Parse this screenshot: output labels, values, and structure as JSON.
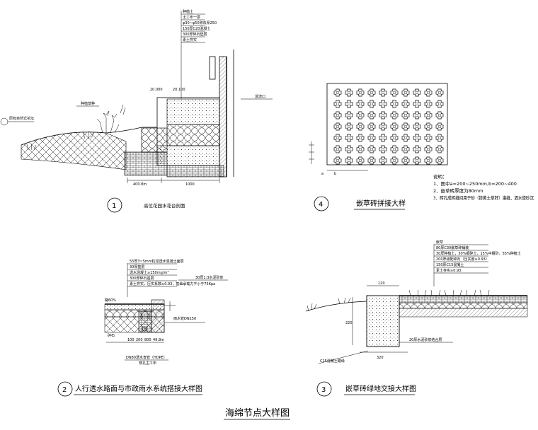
{
  "page_title": "海绵节点大样图",
  "details": [
    {
      "number": "1",
      "title": "高位花园水花台剖面",
      "labels": [
        "种植土",
        "土工布一层",
        "φ30~φ50卵石厚250",
        "150厚C20混凝土",
        "300厚碎石垫层",
        "素土夯实",
        "溢流口",
        "种植草种",
        "原有自然式花坛",
        "20.000",
        "20.100",
        "400.8m",
        "1000"
      ]
    },
    {
      "number": "2",
      "title": "人行透水路面与市政雨水系统搭接大样图",
      "labels": [
        "55厚3~5mm粒径透水混凝土面层",
        "30厚垫层",
        "透水混凝土≥150mg/m³",
        "300厚碎石基层",
        "素土夯实，压实系数≥0.93，基础承载力不小于75Kpa",
        "30厚1:3水泥砂浆",
        "路60%",
        "碎石",
        "雨水管DN150",
        "DN80透水盲管（HDPE）",
        "穿孔主工布",
        "100",
        "200",
        "800",
        "49.8m"
      ]
    },
    {
      "number": "3",
      "title": "嵌草砖绿地交接大样图",
      "labels": [
        "嵌草",
        "80厚C30嵌草砖铺装",
        "30厚种植土，30%细碎土，15%中粗砂，55%种植土",
        "200厚级配碎石（压实度≥0.93）",
        "150厚C15混凝土",
        "素土夯实≥0.93",
        "C15混凝土路缘",
        "120",
        "220",
        "320",
        "20厚水泥砂浆结合层"
      ]
    },
    {
      "number": "4",
      "title": "嵌草砖拼接大样",
      "note_title": "说明：",
      "notes": [
        "1、图中a=200~250mm,b=200~400",
        "2、嵌草砖厚度为80mm",
        "3、砖孔成砖缝间用于砂（掺黄土草籽）灌缝，洒水使砂沉"
      ],
      "dim_labels": [
        "a",
        "b"
      ]
    }
  ]
}
